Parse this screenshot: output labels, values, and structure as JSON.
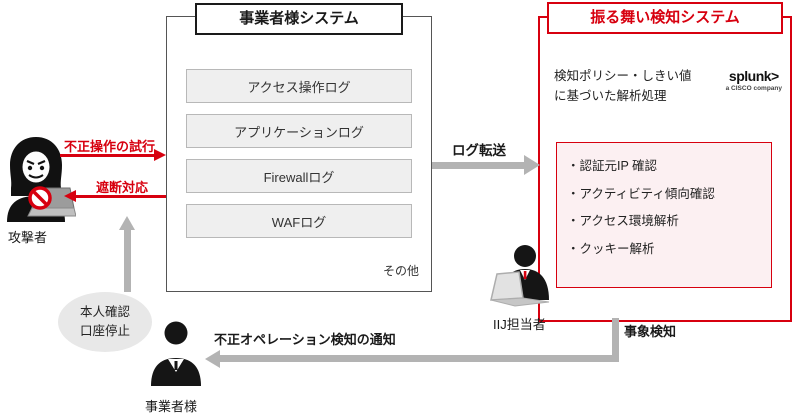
{
  "colors": {
    "accent_red": "#d7000f",
    "arrow_gray": "#b3b3b3",
    "log_box_bg": "#efefef",
    "analysis_box_bg": "#fcf0f2",
    "ellipse_bg": "#e8e8e8"
  },
  "operator_system": {
    "title": "事業者様システム",
    "logs": [
      "アクセス操作ログ",
      "アプリケーションログ",
      "Firewallログ",
      "WAFログ"
    ],
    "others_label": "その他"
  },
  "behavior_system": {
    "title": "振る舞い検知システム",
    "description_line1": "検知ポリシー・しきい値",
    "description_line2": "に基づいた解析処理",
    "vendor_logo": "splunk>",
    "vendor_sub": "a CISCO company",
    "checks": [
      "・認証元IP 確認",
      "・アクティビティ傾向確認",
      "・アクセス環境解析",
      "・クッキー解析"
    ]
  },
  "flows": {
    "log_transfer": "ログ転送",
    "attack_attempt": "不正操作の試行",
    "block_response": "遮断対応",
    "event_detection": "事象検知",
    "notification": "不正オペレーション検知の通知"
  },
  "actors": {
    "attacker": "攻撃者",
    "iij_staff": "IIJ担当者",
    "business_operator": "事業者様"
  },
  "response_actions": {
    "line1": "本人確認",
    "line2": "口座停止"
  }
}
